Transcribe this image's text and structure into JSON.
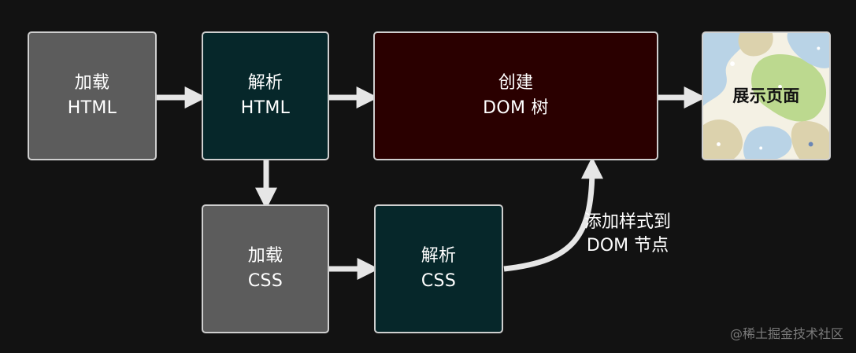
{
  "nodes": {
    "load_html": "加载\nHTML",
    "parse_html": "解析\nHTML",
    "create_dom": "创建\nDOM 树",
    "display_page": "展示页面",
    "load_css": "加载\nCSS",
    "parse_css": "解析\nCSS"
  },
  "edge_label": "添加样式到\nDOM 节点",
  "watermark": "@稀土掘金技术社区",
  "colors": {
    "background": "#121212",
    "load_fill": "#5c5c5c",
    "parse_fill": "#06272a",
    "dom_fill": "#2a0000",
    "border": "#cfcfcf",
    "arrow": "#e6e6e6"
  }
}
